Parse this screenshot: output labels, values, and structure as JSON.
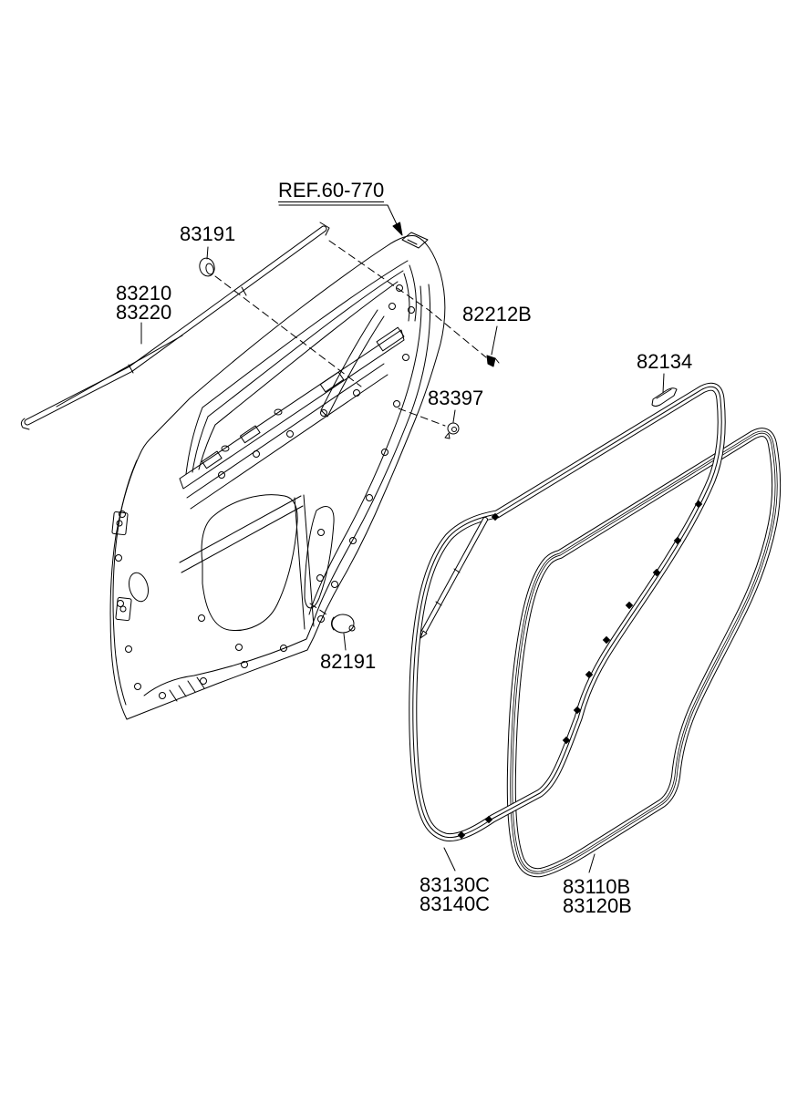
{
  "meta": {
    "description": "Rear door panel and weatherstrip exploded parts diagram",
    "colors": {
      "background": "#ffffff",
      "line": "#000000",
      "text": "#000000"
    }
  },
  "callouts": {
    "ref_frame": {
      "label": "REF.60-770"
    },
    "clip_83191": {
      "label": "83191"
    },
    "belt_molding": {
      "line1": "83210",
      "line2": "83220"
    },
    "clip_82212b": {
      "label": "82212B"
    },
    "grommet_83397": {
      "label": "83397"
    },
    "clip_82134": {
      "label": "82134"
    },
    "plug_82191": {
      "label": "82191"
    },
    "ws_door": {
      "line1": "83130C",
      "line2": "83140C"
    },
    "ws_body": {
      "line1": "83110B",
      "line2": "83120B"
    }
  }
}
